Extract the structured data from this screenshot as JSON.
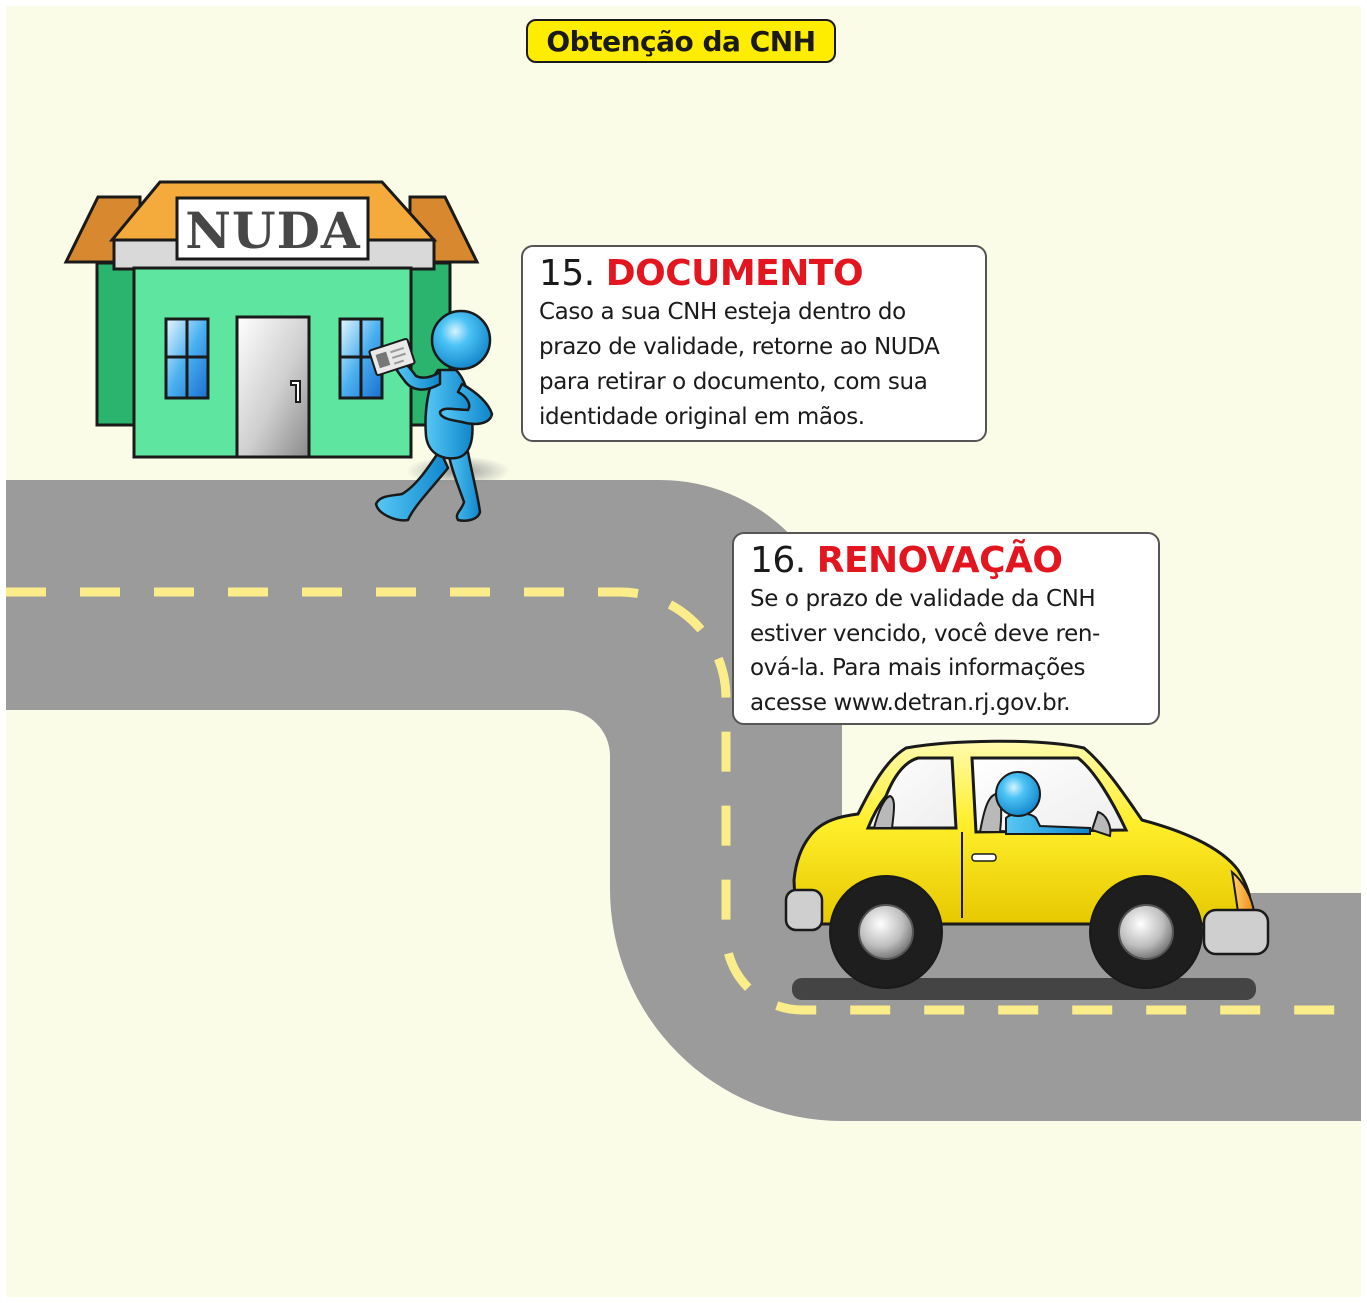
{
  "title": "Obtenção da CNH",
  "colors": {
    "background": "#fafce8",
    "road": "#9b9b9b",
    "lane_mark": "#fbee8a",
    "building_front": "#5ee6a0",
    "building_side": "#2ab46e",
    "roof": "#f5aa3c",
    "person": "#1fa6e8",
    "car": "#ffeb2a",
    "keyword_red": "#e3161f",
    "title_yellow": "#ffed00"
  },
  "building": {
    "sign": "NUDA"
  },
  "steps": [
    {
      "number": "15.",
      "heading": "DOCUMENTO",
      "lines": [
        "Caso a sua CNH esteja dentro do",
        "prazo de validade, retorne ao NUDA",
        "para retirar o documento, com sua",
        "identidade original em mãos."
      ]
    },
    {
      "number": "16.",
      "heading": "RENOVAÇÃO",
      "lines": [
        "Se o prazo de validade da CNH",
        "estiver vencido, você deve ren-",
        "ová-la. Para mais informações",
        "acesse www.detran.rj.gov.br."
      ]
    }
  ]
}
